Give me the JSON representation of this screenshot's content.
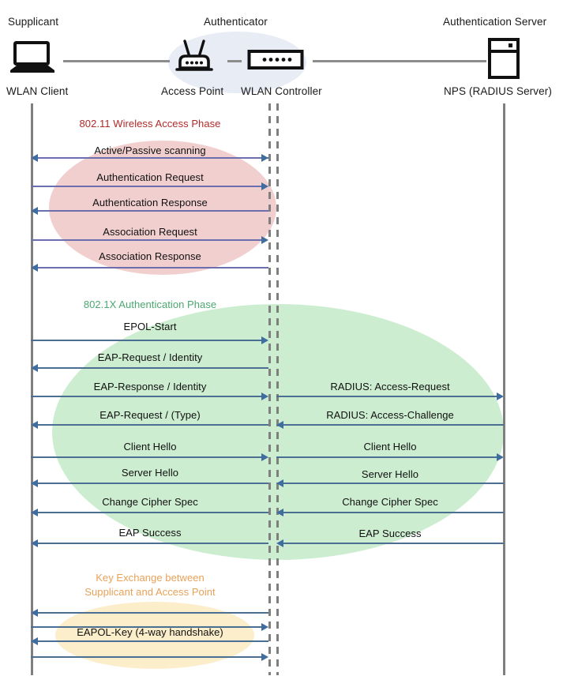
{
  "diagram": {
    "title": "802.1X / WPA2-Enterprise WLAN authentication sequence",
    "colors": {
      "phase_wireless": "#b02a2a",
      "phase_dot1x": "#4aa870",
      "phase_key": "#e8a159",
      "ellipse_pink": "#f2cfcf",
      "ellipse_green": "#ccedd0",
      "ellipse_yellow": "#fceecb",
      "ellipse_blue": "#e8ecf5",
      "arrow": "#4a6f92",
      "lifeline": "#7f7f7f"
    }
  },
  "actors": [
    {
      "id": "supplicant",
      "role": "Supplicant",
      "device": "WLAN Client",
      "icon": "laptop-icon"
    },
    {
      "id": "authenticator_ap",
      "role": "Authenticator",
      "device": "Access Point",
      "icon": "wireless-access-point-icon"
    },
    {
      "id": "authenticator_wlc",
      "role": "",
      "device": "WLAN Controller",
      "icon": "wlan-controller-icon"
    },
    {
      "id": "auth_server",
      "role": "Authentication Server",
      "device": "NPS (RADIUS Server)",
      "icon": "server-rack-icon"
    }
  ],
  "phases": [
    {
      "id": "wireless-access",
      "caption": "802.11 Wireless Access Phase",
      "caption_lines": [
        "802.11 Wireless Access Phase"
      ],
      "color": "#b02a2a",
      "messages": [
        {
          "label": "Active/Passive scanning",
          "side": "left",
          "direction": "both"
        },
        {
          "label": "Authentication Request",
          "side": "left",
          "direction": "right"
        },
        {
          "label": "Authentication Response",
          "side": "left",
          "direction": "left"
        },
        {
          "label": "Association Request",
          "side": "left",
          "direction": "right"
        },
        {
          "label": "Association Response",
          "side": "left",
          "direction": "left"
        }
      ]
    },
    {
      "id": "dot1x-auth",
      "caption": "802.1X Authentication Phase",
      "caption_lines": [
        "802.1X Authentication Phase"
      ],
      "color": "#4aa870",
      "messages": [
        {
          "label": "EPOL-Start",
          "side": "left",
          "direction": "right"
        },
        {
          "label": "EAP-Request / Identity",
          "side": "left",
          "direction": "left"
        },
        {
          "label": "EAP-Response / Identity",
          "side": "left",
          "direction": "right"
        },
        {
          "label": "RADIUS: Access-Request",
          "side": "right",
          "direction": "right"
        },
        {
          "label": "EAP-Request / (Type)",
          "side": "left",
          "direction": "left"
        },
        {
          "label": "RADIUS: Access-Challenge",
          "side": "right",
          "direction": "left"
        },
        {
          "label": "Client Hello",
          "side": "left",
          "direction": "right"
        },
        {
          "label": "Client Hello",
          "side": "right",
          "direction": "right"
        },
        {
          "label": "Server Hello",
          "side": "left",
          "direction": "left"
        },
        {
          "label": "Server Hello",
          "side": "right",
          "direction": "left"
        },
        {
          "label": "Change Cipher Spec",
          "side": "left",
          "direction": "left"
        },
        {
          "label": "Change Cipher Spec",
          "side": "right",
          "direction": "left"
        },
        {
          "label": "EAP Success",
          "side": "left",
          "direction": "left"
        },
        {
          "label": "EAP Success",
          "side": "right",
          "direction": "left"
        }
      ]
    },
    {
      "id": "key-exchange",
      "caption": "Key Exchange between Supplicant and Access Point",
      "caption_lines": [
        "Key Exchange between",
        "Supplicant and Access Point"
      ],
      "color": "#e8a159",
      "messages": [
        {
          "label": "",
          "side": "left",
          "direction": "left"
        },
        {
          "label": "",
          "side": "left",
          "direction": "right"
        },
        {
          "label": "EAPOL-Key (4-way handshake)",
          "side": "left",
          "direction": "left"
        },
        {
          "label": "",
          "side": "left",
          "direction": "right"
        }
      ]
    }
  ],
  "labels": {
    "wireless": {
      "scanning": "Active/Passive scanning",
      "auth_req": "Authentication Request",
      "auth_res": "Authentication Response",
      "assoc_req": "Association Request",
      "assoc_res": "Association Response"
    },
    "dot1x": {
      "eapol_start": "EPOL-Start",
      "eap_req_id": "EAP-Request / Identity",
      "eap_res_id": "EAP-Response / Identity",
      "radius_access_request": "RADIUS: Access-Request",
      "eap_req_type": "EAP-Request / (Type)",
      "radius_access_challenge": "RADIUS: Access-Challenge",
      "client_hello_l": "Client Hello",
      "client_hello_r": "Client Hello",
      "server_hello_l": "Server Hello",
      "server_hello_r": "Server Hello",
      "ccs_l": "Change Cipher Spec",
      "ccs_r": "Change Cipher Spec",
      "eap_success_l": "EAP Success",
      "eap_success_r": "EAP Success"
    },
    "keyexch": {
      "eapol_key": "EAPOL-Key (4-way handshake)"
    },
    "captions": {
      "wireless": "802.11 Wireless Access Phase",
      "dot1x": "802.1X Authentication Phase",
      "key_line1": "Key Exchange between",
      "key_line2": "Supplicant and Access Point"
    }
  }
}
